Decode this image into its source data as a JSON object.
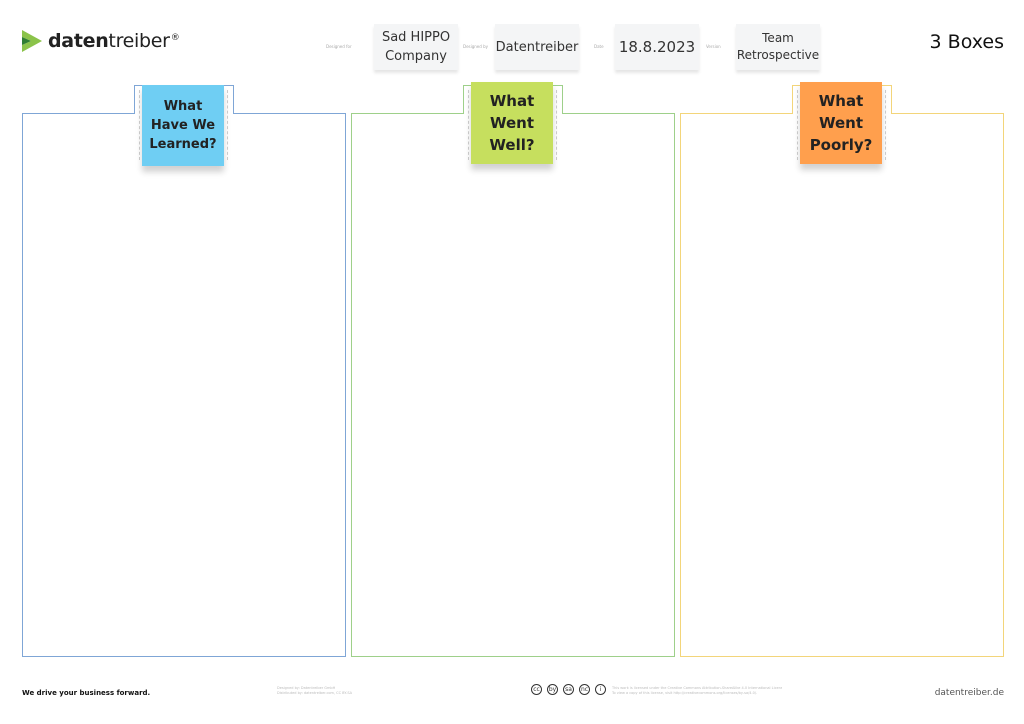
{
  "logo": {
    "bold": "daten",
    "regular": "treiber",
    "mark": "®"
  },
  "header": {
    "designed_for_label": "Designed for",
    "designed_for_value": "Sad HIPPO Company",
    "designed_by_label": "Designed by",
    "designed_by_value": "Datentreiber",
    "date_label": "Date",
    "date_value": "18.8.2023",
    "version_label": "Version",
    "version_value": "Team Retrospective",
    "canvas_title": "3 Boxes"
  },
  "columns": [
    {
      "heading": "What Have We Learned?",
      "color": "#7fa6d6",
      "note_color": "#6fcef3"
    },
    {
      "heading": "What Went Well?",
      "color": "#9ed08a",
      "note_color": "#c6df5e"
    },
    {
      "heading": "What Went Poorly?",
      "color": "#f3d57a",
      "note_color": "#ff9f4d"
    }
  ],
  "footer": {
    "slogan": "We drive your business forward.",
    "credits_line1": "Designed by: Datentreiber GmbH",
    "credits_line2": "Distributed by: datentreiber.com, CC BY-SA",
    "license_line1": "This work is licensed under the Creative Commons Attribution-ShareAlike 4.0 International License.",
    "license_line2": "To view a copy of this license, visit http://creativecommons.org/licenses/by-sa/4.0/.",
    "cc_icons": [
      "cc",
      "by",
      "sa",
      "nc",
      "i"
    ],
    "website": "datentreiber.de"
  }
}
